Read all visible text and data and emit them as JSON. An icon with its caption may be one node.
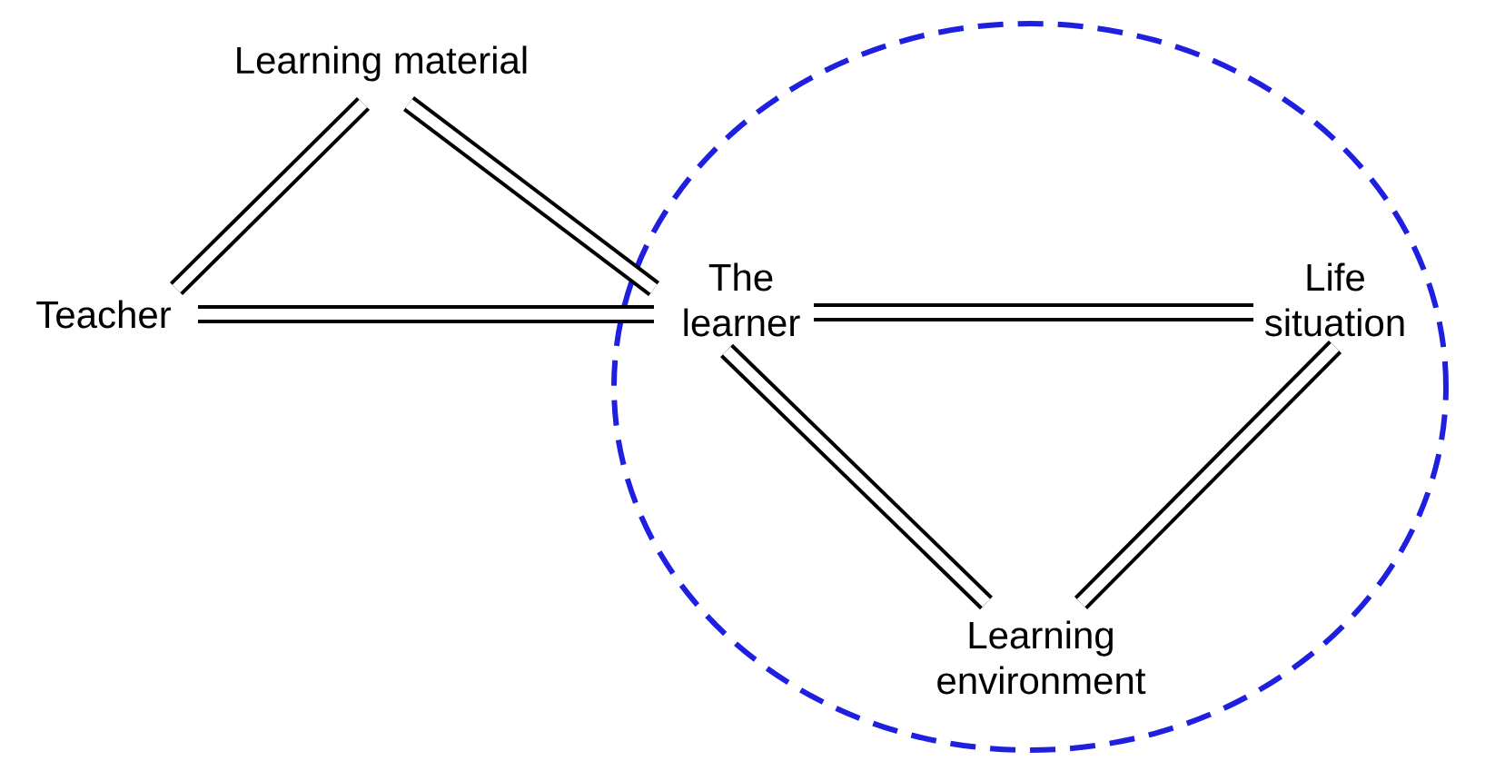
{
  "diagram": {
    "nodes": [
      {
        "text": [
          "Learning material"
        ]
      },
      {
        "text": [
          "Teacher"
        ]
      },
      {
        "text": [],
        "shape": "circle"
      },
      {
        "text": [
          "The learner"
        ],
        "in": 2
      },
      {
        "text": [
          "Life situation"
        ],
        "in": 2
      },
      {
        "text": [
          "Learning environment"
        ],
        "in": 2
      }
    ],
    "edges": [
      {
        "from": 0,
        "to": 1,
        "arrow": "none"
      },
      {
        "from": 0,
        "to": 3,
        "arrow": "none"
      },
      {
        "from": 1,
        "to": 3,
        "arrow": "none"
      },
      {
        "from": 3,
        "to": 4,
        "arrow": "none"
      },
      {
        "from": 3,
        "to": 5,
        "arrow": "none"
      },
      {
        "from": 4,
        "to": 5,
        "arrow": "none"
      }
    ]
  }
}
